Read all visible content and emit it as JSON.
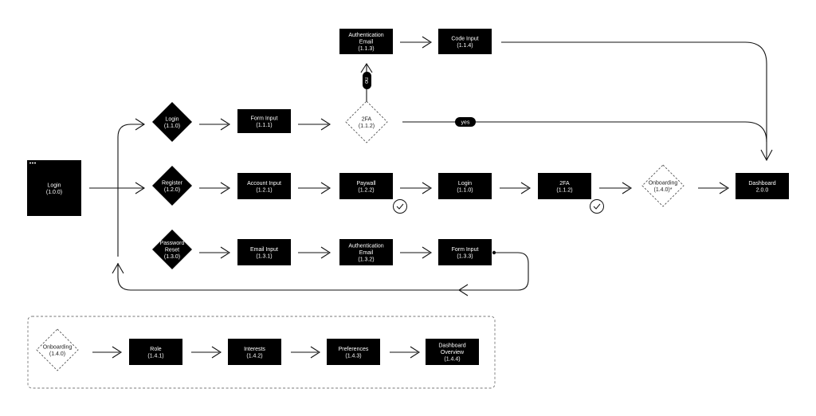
{
  "nodes": {
    "login_start": {
      "lines": [
        "Login",
        "(1.0.0)"
      ]
    },
    "login_diamond": {
      "lines": [
        "Login",
        "(1.1.0)"
      ]
    },
    "register_diamond": {
      "lines": [
        "Register",
        "(1.2.0)"
      ]
    },
    "password_reset_diamond": {
      "lines": [
        "Password",
        "Reset",
        "(1.3.0)"
      ]
    },
    "form_input_111": {
      "lines": [
        "Form Input",
        "(1.1.1)"
      ]
    },
    "twofa_112_diamond": {
      "lines": [
        "2FA",
        "(1.1.2)"
      ]
    },
    "auth_email_113": {
      "lines": [
        "Authentication",
        "Email",
        "(1.1.3)"
      ]
    },
    "code_input_114": {
      "lines": [
        "Code Input",
        "(1.1.4)"
      ]
    },
    "account_input_121": {
      "lines": [
        "Account Input",
        "(1.2.1)"
      ]
    },
    "paywall_122": {
      "lines": [
        "Paywall",
        "(1.2.2)"
      ]
    },
    "login_110_box": {
      "lines": [
        "Login",
        "(1.1.0)"
      ]
    },
    "twofa_112_box": {
      "lines": [
        "2FA",
        "(1.1.2)"
      ]
    },
    "onboarding_140_star": {
      "lines": [
        "Onboarding",
        "(1.4.0)*"
      ]
    },
    "dashboard_200": {
      "lines": [
        "Dashboard",
        "2.0.0"
      ]
    },
    "email_input_131": {
      "lines": [
        "Email Input",
        "(1.3.1)"
      ]
    },
    "auth_email_132": {
      "lines": [
        "Authentication",
        "Email",
        "(1.3.2)"
      ]
    },
    "form_input_133": {
      "lines": [
        "Form Input",
        "(1.3.3)"
      ]
    },
    "onboarding_140": {
      "lines": [
        "Onboarding",
        "(1.4.0)"
      ]
    },
    "role_141": {
      "lines": [
        "Role",
        "(1.4.1)"
      ]
    },
    "interests_142": {
      "lines": [
        "Interests",
        "(1.4.2)"
      ]
    },
    "preferences_143": {
      "lines": [
        "Preferences",
        "(1.4.3)"
      ]
    },
    "dashboard_overview_144": {
      "lines": [
        "Dashboard",
        "Overview",
        "(1.4.4)"
      ]
    }
  },
  "edge_labels": {
    "no": "no",
    "yes": "yes"
  },
  "colors": {
    "node_fill": "#000000",
    "node_text": "#ffffff",
    "edge": "#111111",
    "dashed": "#555555"
  }
}
